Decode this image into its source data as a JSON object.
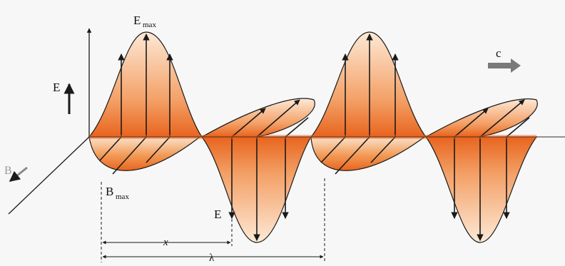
{
  "labels": {
    "e_max": "E",
    "e_max_sub": "max",
    "b_max": "B",
    "b_max_sub": "max",
    "e_axis": "E",
    "b_axis": "B",
    "c": "c",
    "e_point": "E",
    "x": "x",
    "lambda": "λ"
  },
  "colors": {
    "wave_fill": "#f29a55",
    "wave_core": "#e8641e",
    "outline": "#1a1a1a",
    "arrow_c": "#7a7a7a"
  }
}
